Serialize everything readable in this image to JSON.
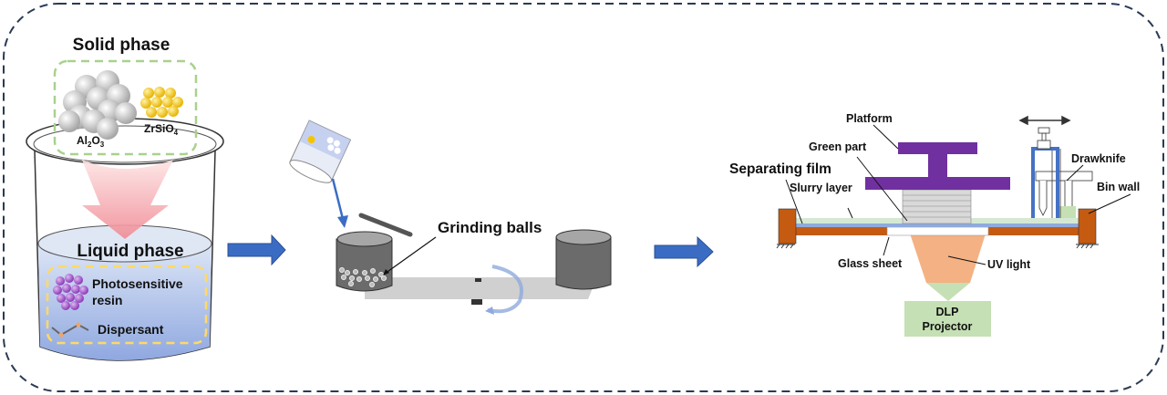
{
  "solid_phase": {
    "title": "Solid phase",
    "al2o3": {
      "main": "Al",
      "sub1": "2",
      "mid": "O",
      "sub2": "3"
    },
    "zrsio4": {
      "main": "ZrSiO",
      "sub": "4"
    }
  },
  "liquid_phase": {
    "title": "Liquid phase",
    "resin_line1": "Photosensitive",
    "resin_line2": "resin",
    "dispersant": "Dispersant"
  },
  "milling": {
    "grinding_balls": "Grinding balls"
  },
  "printer": {
    "platform": "Platform",
    "green_part": "Green part",
    "separating_film": "Separating film",
    "slurry_layer": "Slurry layer",
    "drawknife": "Drawknife",
    "bin_wall": "Bin wall",
    "glass_sheet": "Glass sheet",
    "uv_light": "UV light",
    "projector_line1": "DLP",
    "projector_line2": "Projector"
  },
  "colors": {
    "frame": "#2b3a55",
    "arrow": "#3b6cc4",
    "platform": "#7030a0",
    "bin": "#c55a11",
    "uv": "#f4b183",
    "projector": "#c5e0b4",
    "liquid": "#b4c7e7"
  }
}
